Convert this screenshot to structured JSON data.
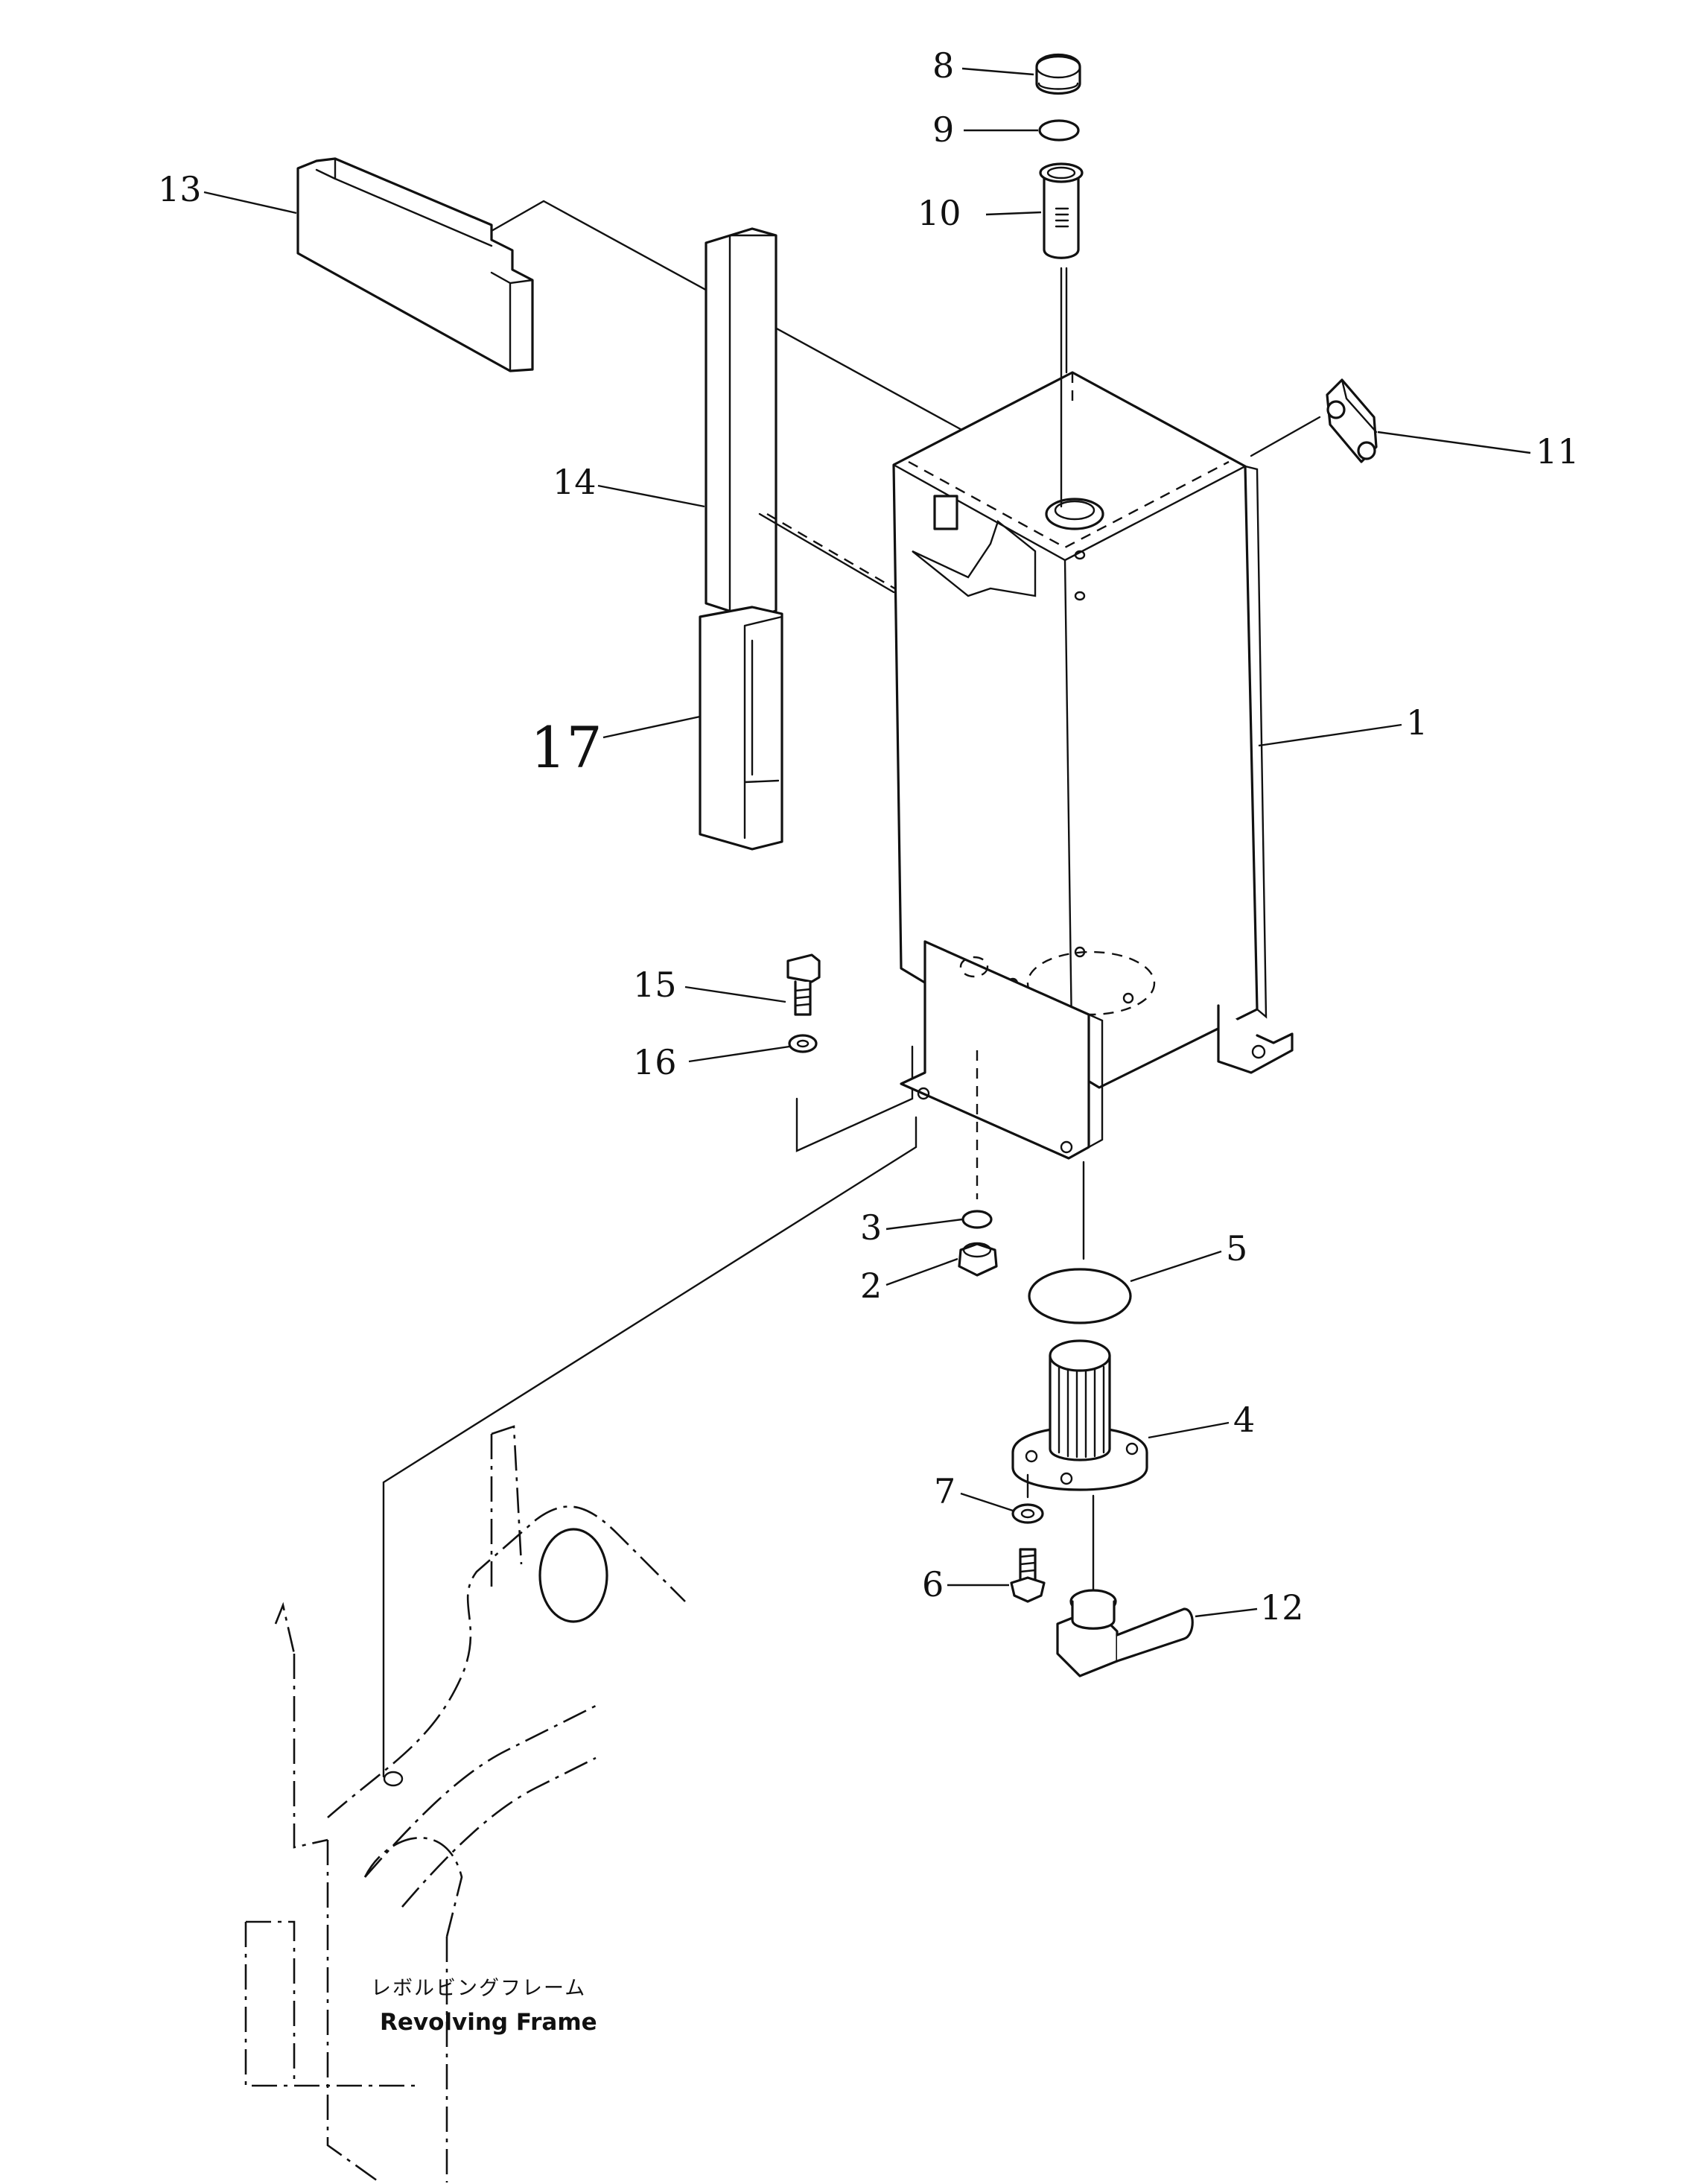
{
  "diagram": {
    "callouts": [
      {
        "id": "1",
        "label": "1"
      },
      {
        "id": "2",
        "label": "2"
      },
      {
        "id": "3",
        "label": "3"
      },
      {
        "id": "4",
        "label": "4"
      },
      {
        "id": "5",
        "label": "5"
      },
      {
        "id": "6",
        "label": "6"
      },
      {
        "id": "7",
        "label": "7"
      },
      {
        "id": "8",
        "label": "8"
      },
      {
        "id": "9",
        "label": "9"
      },
      {
        "id": "10",
        "label": "10"
      },
      {
        "id": "11",
        "label": "11"
      },
      {
        "id": "12",
        "label": "12"
      },
      {
        "id": "13",
        "label": "13"
      },
      {
        "id": "14",
        "label": "14"
      },
      {
        "id": "15",
        "label": "15"
      },
      {
        "id": "16",
        "label": "16"
      },
      {
        "id": "17",
        "label": "17"
      }
    ],
    "frame_caption": {
      "japanese": "レボルビングフレーム",
      "english": "Revolving Frame"
    }
  }
}
